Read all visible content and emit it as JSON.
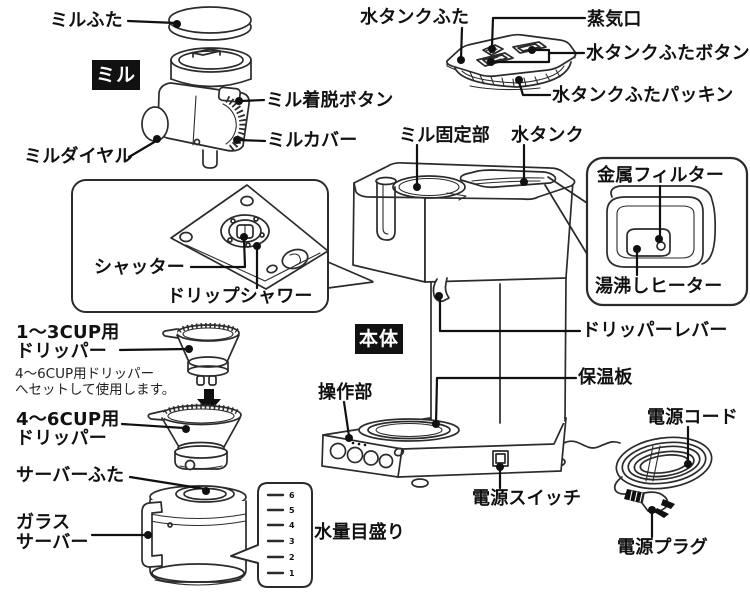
{
  "labels": {
    "mill_lid": "ミルふた",
    "mill_release_button": "ミル着脱ボタン",
    "mill_cover": "ミルカバー",
    "mill_dial": "ミルダイヤル",
    "water_tank_lid": "水タンクふた",
    "steam_vent": "蒸気口",
    "water_tank_lid_button": "水タンクふたボタン",
    "water_tank_lid_packing": "水タンクふたパッキン",
    "mill_mount": "ミル固定部",
    "water_tank": "水タンク",
    "metal_filter": "金属フィルター",
    "boil_heater": "湯沸しヒーター",
    "shutter": "シャッター",
    "drip_shower": "ドリップシャワー",
    "dripper_1_3_line1": "1〜3CUP用",
    "dripper_1_3_line2": "ドリッパー",
    "dripper_note_line1": "4〜6CUP用ドリッパー",
    "dripper_note_line2": "へセットして使用します。",
    "dripper_4_6_line1": "4〜6CUP用",
    "dripper_4_6_line2": "ドリッパー",
    "server_lid": "サーバーふた",
    "glass_server_line1": "ガラス",
    "glass_server_line2": "サーバー",
    "water_gauge": "水量目盛り",
    "dripper_lever": "ドリッパーレバー",
    "warming_plate": "保温板",
    "control_panel": "操作部",
    "power_cord": "電源コード",
    "power_switch": "電源スイッチ",
    "power_plug": "電源プラグ"
  },
  "badges": {
    "mill": "ミル",
    "main_body": "本体"
  },
  "water_gauge": {
    "ticks": [
      "6",
      "5",
      "4",
      "3",
      "2",
      "1"
    ]
  },
  "colors": {
    "ink": "#111111",
    "line_art": "#2b2b2b",
    "badge_bg": "#111111",
    "badge_text": "#ffffff"
  }
}
